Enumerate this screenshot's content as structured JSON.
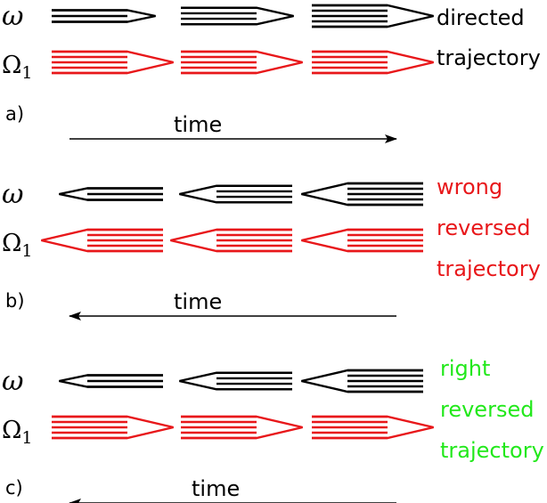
{
  "symbols": {
    "omega": "ω",
    "Omega_base": "Ω",
    "Omega_sub": "1"
  },
  "colors": {
    "black": "#000000",
    "red": "#e8171a",
    "green": "#22e81b"
  },
  "panels": [
    {
      "id": "a",
      "label": "a)",
      "time_label": "time",
      "time_direction": "forward",
      "description_lines": [
        "directed",
        "trajectory"
      ],
      "description_color": "black",
      "omega_row": {
        "color": "black",
        "direction": "right",
        "line_counts": [
          3,
          4,
          5
        ]
      },
      "Omega1_row": {
        "color": "red",
        "direction": "right",
        "line_counts": [
          5,
          5,
          5
        ]
      }
    },
    {
      "id": "b",
      "label": "b)",
      "time_label": "time",
      "time_direction": "backward",
      "description_lines": [
        "wrong",
        "reversed",
        "trajectory"
      ],
      "description_color": "red",
      "omega_row": {
        "color": "black",
        "direction": "left",
        "line_counts": [
          3,
          4,
          5
        ]
      },
      "Omega1_row": {
        "color": "red",
        "direction": "left",
        "line_counts": [
          5,
          5,
          5
        ]
      }
    },
    {
      "id": "c",
      "label": "c)",
      "time_label": "time",
      "time_direction": "backward",
      "description_lines": [
        "right",
        "reversed",
        "trajectory"
      ],
      "description_color": "green",
      "omega_row": {
        "color": "black",
        "direction": "left",
        "line_counts": [
          3,
          4,
          5
        ]
      },
      "Omega1_row": {
        "color": "red",
        "direction": "right",
        "line_counts": [
          5,
          5,
          5
        ]
      }
    }
  ]
}
